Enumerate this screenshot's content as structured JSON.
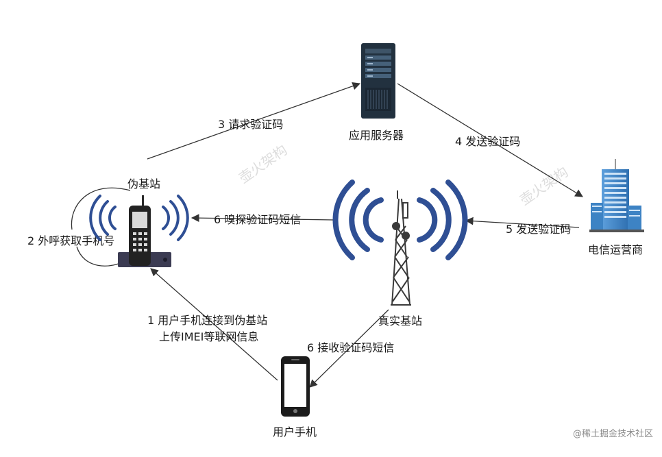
{
  "nodes": {
    "server": "应用服务器",
    "carrier": "电信运营商",
    "fake_station": "伪基站",
    "real_station": "真实基站",
    "user_phone": "用户手机"
  },
  "edges": {
    "e3": "3 请求验证码",
    "e4": "4 发送验证码",
    "e5": "5 发送验证码",
    "e6_sniff": "6 嗅探验证码短信",
    "e2": "2 外呼获取手机号",
    "e1_line1": "1 用户手机连接到伪基站",
    "e1_line2": "上传IMEI等联网信息",
    "e6_receive": "6 接收验证码短信"
  },
  "watermark": "壶火架构",
  "credit": "@稀土掘金技术社区",
  "colors": {
    "wave": "#2f4f94",
    "server": "#22313f",
    "building": "#4a8fd0",
    "line": "#333333"
  }
}
